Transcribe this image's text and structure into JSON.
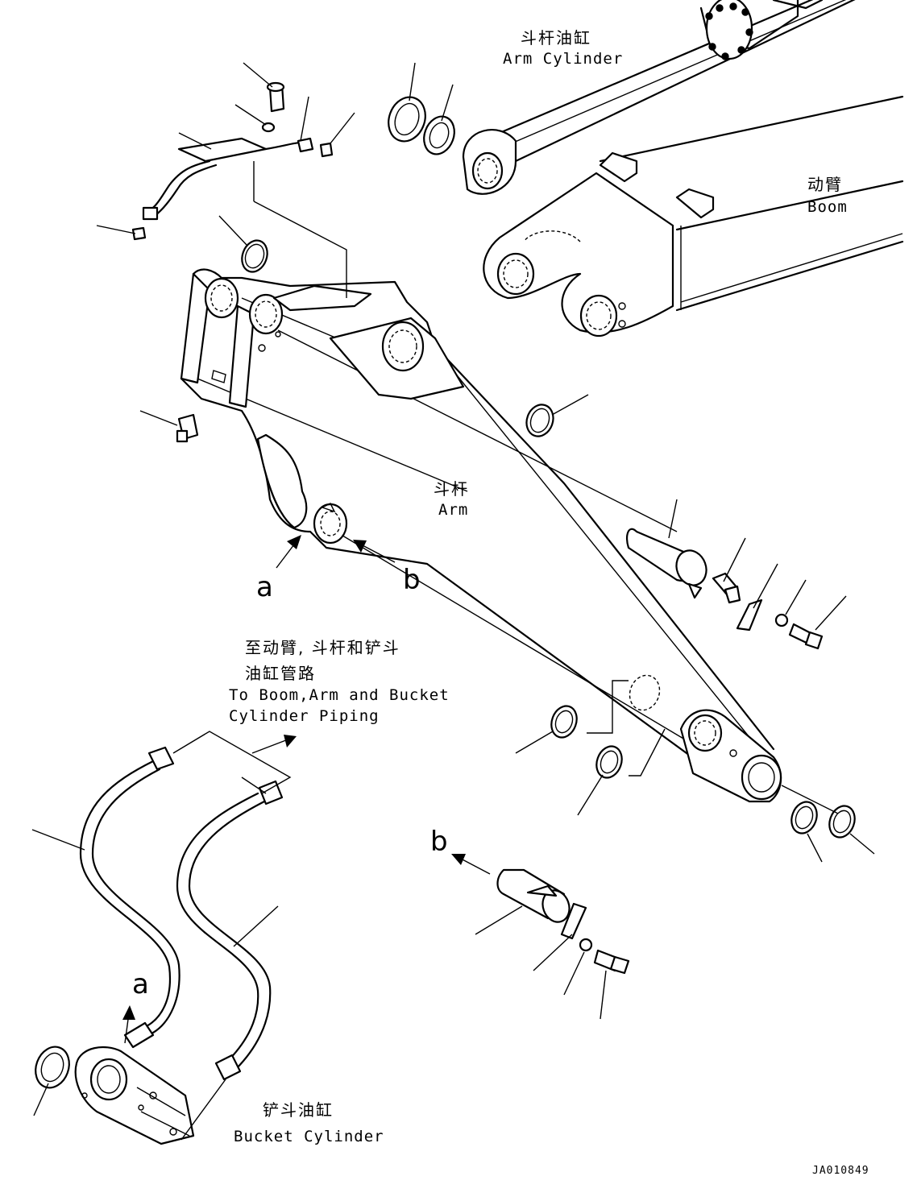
{
  "labels": {
    "arm_cylinder_zh": "斗杆油缸",
    "arm_cylinder_en": "Arm Cylinder",
    "boom_zh": "动臂",
    "boom_en": "Boom",
    "arm_zh": "斗杆",
    "arm_en": "Arm",
    "piping_zh_1": "至动臂, 斗杆和铲斗",
    "piping_zh_2": "油缸管路",
    "piping_en_1": "To Boom,Arm and Bucket",
    "piping_en_2": "Cylinder Piping",
    "bucket_cylinder_zh": "铲斗油缸",
    "bucket_cylinder_en": "Bucket Cylinder"
  },
  "markers": {
    "a_main": "a",
    "b_main": "b",
    "b_pin": "b",
    "a_hose": "a"
  },
  "drawing_code": "JA010849"
}
